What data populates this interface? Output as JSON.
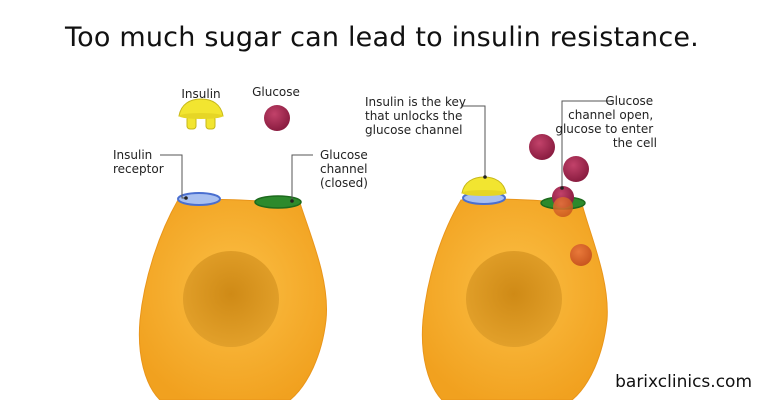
{
  "title": "Too much sugar can lead to insulin resistance.",
  "labels": {
    "insulin": "Insulin",
    "glucose": "Glucose",
    "insulin_receptor": [
      "Insulin",
      "receptor"
    ],
    "glucose_channel_closed": [
      "Glucose",
      "channel",
      "(closed)"
    ],
    "insulin_key": [
      "Insulin is the key",
      "that unlocks the",
      "glucose channel"
    ],
    "glucose_channel_open": [
      "Glucose",
      "channel open,",
      "glucose to enter",
      "the cell"
    ]
  },
  "watermark": "barixclinics.com",
  "colors": {
    "cell": "#f5a929",
    "cell_edge": "#e08a12",
    "nucleus": "#d18c16",
    "insulin": "#f2e530",
    "glucose": "#a3284f",
    "glucose_inside": "#d8662a",
    "receptor": "#6b8ee0",
    "channel": "#1f7a1f"
  }
}
